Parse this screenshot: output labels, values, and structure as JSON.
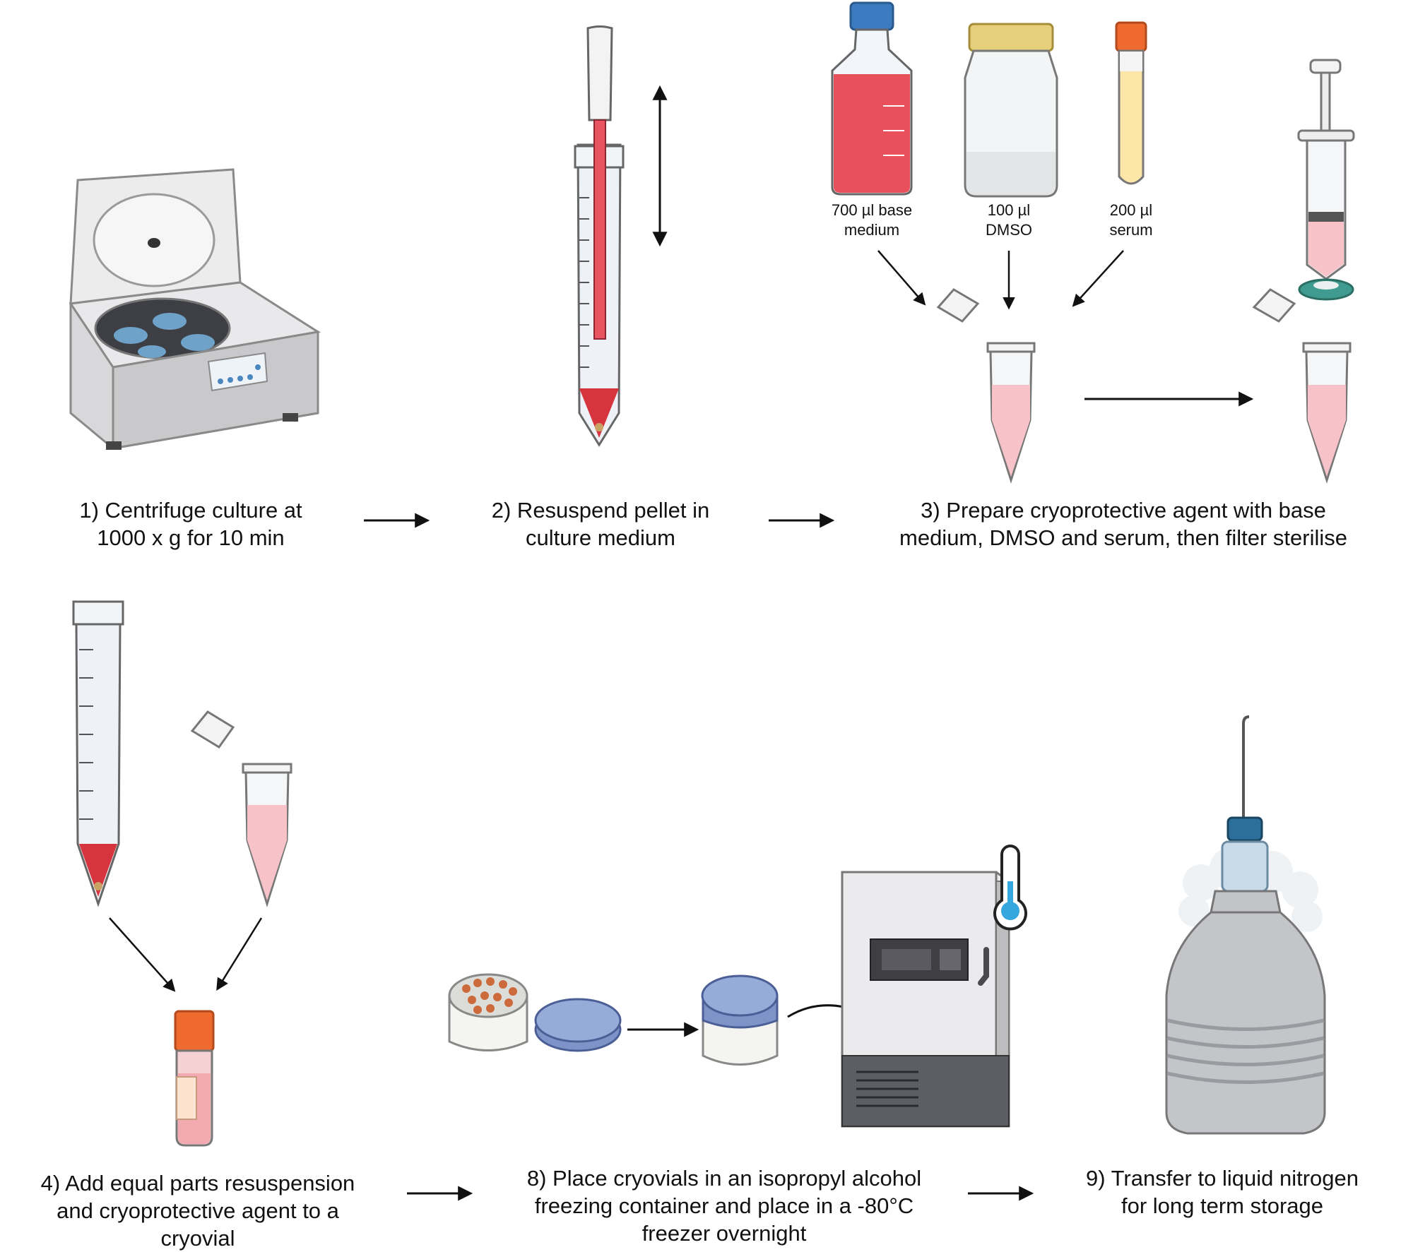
{
  "steps": [
    {
      "id": "s1",
      "lines": [
        "1) Centrifuge culture at",
        "1000 x g for 10 min"
      ]
    },
    {
      "id": "s2",
      "lines": [
        "2) Resuspend pellet in",
        "culture medium"
      ]
    },
    {
      "id": "s3",
      "lines": [
        "3) Prepare cryoprotective agent with base",
        "medium, DMSO and serum, then filter sterilise"
      ]
    },
    {
      "id": "s4",
      "lines": [
        "4) Add equal parts resuspension",
        "and cryoprotective agent to a",
        "cryovial"
      ]
    },
    {
      "id": "s8",
      "lines": [
        "8) Place cryovials in an isopropyl alcohol",
        "freezing container and place in a -80°C",
        "freezer overnight"
      ]
    },
    {
      "id": "s9",
      "lines": [
        "9) Transfer to liquid nitrogen",
        "for long term storage"
      ]
    }
  ],
  "reagents": [
    {
      "lines": [
        "700 µl base",
        "medium"
      ]
    },
    {
      "lines": [
        "100 µl",
        "DMSO"
      ]
    },
    {
      "lines": [
        "200 µl",
        "serum"
      ]
    }
  ],
  "colors": {
    "medium_red": "#e8515c",
    "pink_liquid": "#f7c3c8",
    "cap_blue": "#3d7bc0",
    "cap_orange": "#ee6a2f",
    "serum_yellow": "#fde6a8",
    "filter_teal": "#3f9b8f",
    "gray_body": "#d9d9db",
    "container_blue": "#7e94c9",
    "thermo_blue": "#35a7df"
  }
}
